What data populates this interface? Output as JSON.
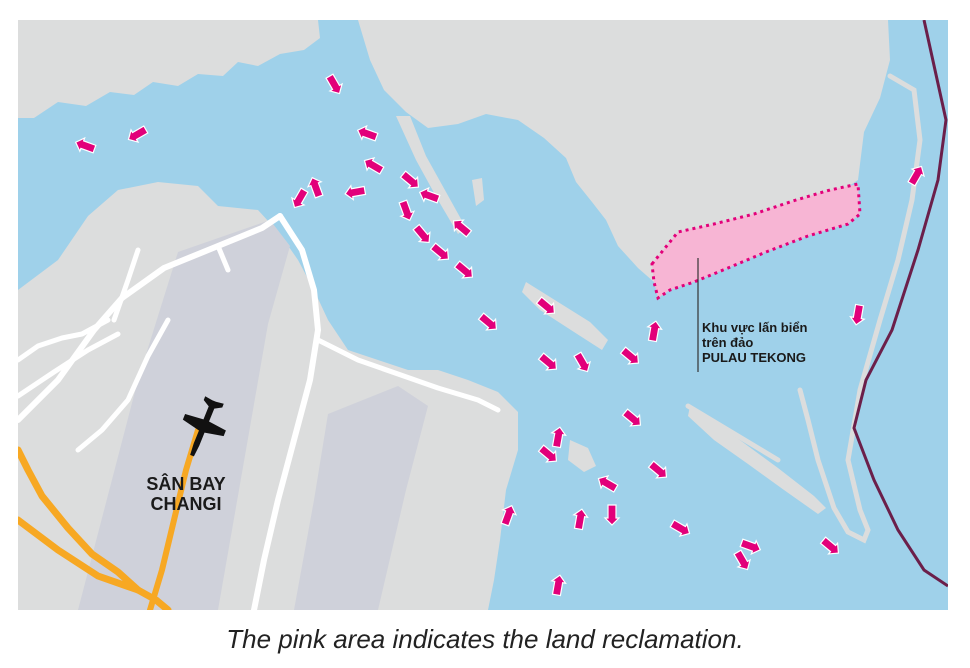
{
  "map": {
    "colors": {
      "water": "#9fd1ea",
      "land": "#dcdddd",
      "airport": "#cfd1da",
      "roads": "#ffffff",
      "highway": "#f7a823",
      "reclamation_fill": "#f7b5d4",
      "reclamation_border": "#e2007a",
      "ships": "#e2007a",
      "boundary": "#6b1f4a"
    },
    "airport_label": {
      "line1": "SÂN BAY",
      "line2": "CHANGI"
    },
    "reclamation_label": {
      "line1": "Khu vực lấn biển",
      "line2": "trên đảo",
      "line3": "PULAU TEKONG"
    },
    "icons": {
      "airport": "airplane-icon",
      "ship": "ship-arrow-icon"
    }
  },
  "caption": "The pink area indicates the land reclamation."
}
